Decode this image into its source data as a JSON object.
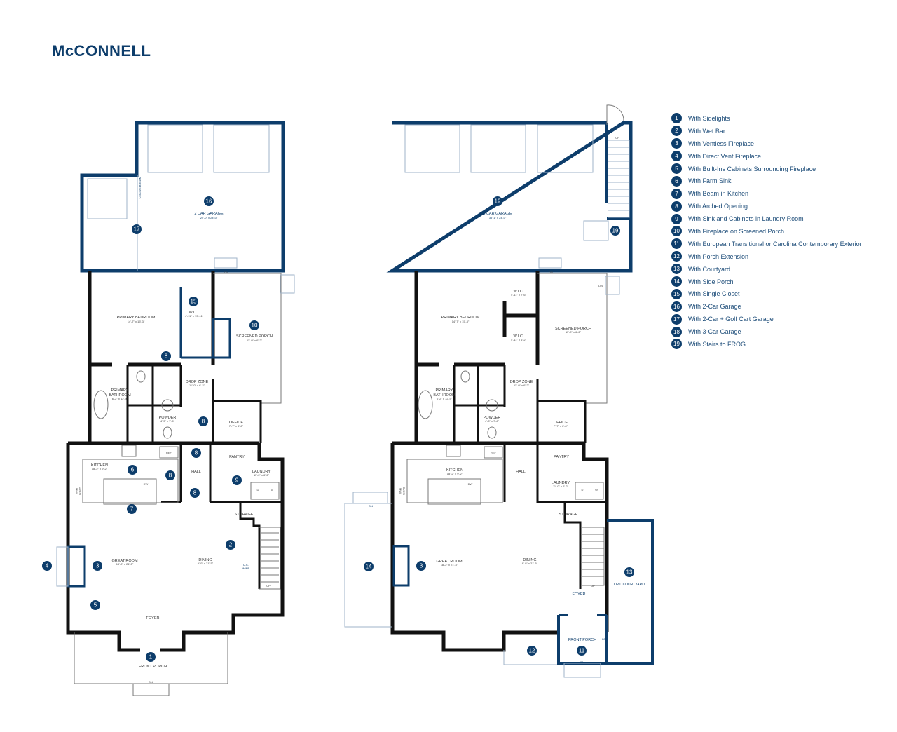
{
  "title": "McCONNELL",
  "colors": {
    "accent": "#0d3d6b",
    "wall": "#111111",
    "legend_text": "#1f4e7a"
  },
  "legend": [
    {
      "num": "1",
      "label": "With Sidelights"
    },
    {
      "num": "2",
      "label": "With Wet Bar"
    },
    {
      "num": "3",
      "label": "With Ventless Fireplace"
    },
    {
      "num": "4",
      "label": "With Direct Vent Fireplace"
    },
    {
      "num": "5",
      "label": "With Built-Ins Cabinets Surrounding Fireplace"
    },
    {
      "num": "6",
      "label": "With Farm Sink"
    },
    {
      "num": "7",
      "label": "With Beam in Kitchen"
    },
    {
      "num": "8",
      "label": "With Arched Opening"
    },
    {
      "num": "9",
      "label": "With Sink and Cabinets in Laundry Room"
    },
    {
      "num": "10",
      "label": "With Fireplace on Screened Porch"
    },
    {
      "num": "11",
      "label": "With European Transitional or Carolina Contemporary Exterior"
    },
    {
      "num": "12",
      "label": "With Porch Extension"
    },
    {
      "num": "13",
      "label": "With Courtyard"
    },
    {
      "num": "14",
      "label": "With Side Porch"
    },
    {
      "num": "15",
      "label": "With Single Closet"
    },
    {
      "num": "16",
      "label": "With 2-Car Garage"
    },
    {
      "num": "17",
      "label": "With 2-Car + Golf Cart Garage"
    },
    {
      "num": "18",
      "label": "With 3-Car Garage"
    },
    {
      "num": "19",
      "label": "With Stairs to FROG"
    }
  ],
  "left_plan": {
    "rooms": [
      {
        "name": "2 CAR GARAGE",
        "dim": "24'-0\" x 24'-0\""
      },
      {
        "name": "CEILING BREAK"
      },
      {
        "name": "PRIMARY BEDROOM",
        "dim": "14'-7\" x 15'-3\""
      },
      {
        "name": "W.I.C.",
        "dim": "4'-11\" x 13'-11\""
      },
      {
        "name": "SCREENED PORCH",
        "dim": "11'-0\" x 6'-2\""
      },
      {
        "name": "PRIMARY",
        "name2": "BATHROOM",
        "dim": "6'-2\" x 12'-9\""
      },
      {
        "name": "DROP ZONE",
        "dim": "11'-0\" x 6'-2\""
      },
      {
        "name": "POWDER",
        "dim": "4'-3\" x 7'-6\""
      },
      {
        "name": "OFFICE",
        "dim": "7'-7\" x 6'-6\""
      },
      {
        "name": "KITCHEN",
        "dim": "18'-2\" x 9'-2\""
      },
      {
        "name": "PANTRY"
      },
      {
        "name": "HALL"
      },
      {
        "name": "LAUNDRY",
        "dim": "11'-0\" x 6'-2\""
      },
      {
        "name": "STORAGE"
      },
      {
        "name": "GREAT ROOM",
        "dim": "18'-2\" x 21'-5\""
      },
      {
        "name": "DINING",
        "dim": "9'-0\" x 21'-5\""
      },
      {
        "name": "FOYER"
      },
      {
        "name": "FRONT PORCH"
      }
    ],
    "fixtures": {
      "ref": "REF",
      "dw": "DW",
      "dryer": "D",
      "washer": "W",
      "wine1": "U.C.",
      "wine2": "WINE",
      "oven1": "MW/",
      "oven2": "OVEN",
      "dn": "DN",
      "up": "UP"
    },
    "markers": [
      "16",
      "17",
      "15",
      "10",
      "8",
      "8",
      "8",
      "6",
      "8",
      "8",
      "9",
      "7",
      "2",
      "4",
      "3",
      "5",
      "1"
    ]
  },
  "right_plan": {
    "rooms": [
      {
        "name": "3 CAR GARAGE",
        "dim": "35'-1\" x 24'-0\""
      },
      {
        "name": "PRIMARY BEDROOM",
        "dim": "14'-7\" x 15'-3\""
      },
      {
        "name": "W.I.C.",
        "dim": "4'-11\" x 7'-6\""
      },
      {
        "name": "W.I.C.",
        "dim": "4'-11\" x 6'-2\""
      },
      {
        "name": "SCREENED PORCH",
        "dim": "11'-0\" x 6'-2\""
      },
      {
        "name": "PRIMARY",
        "name2": "BATHROOM",
        "dim": "6'-2\" x 12'-9\""
      },
      {
        "name": "DROP ZONE",
        "dim": "11'-0\" x 6'-2\""
      },
      {
        "name": "POWDER",
        "dim": "4'-3\" x 7'-6\""
      },
      {
        "name": "OFFICE",
        "dim": "7'-7\" x 6'-6\""
      },
      {
        "name": "KITCHEN",
        "dim": "18'-2\" x 9'-2\""
      },
      {
        "name": "PANTRY"
      },
      {
        "name": "HALL"
      },
      {
        "name": "LAUNDRY",
        "dim": "11'-0\" x 6'-2\""
      },
      {
        "name": "STORAGE"
      },
      {
        "name": "GREAT ROOM",
        "dim": "18'-2\" x 21'-5\""
      },
      {
        "name": "DINING",
        "dim": "9'-0\" x 21'-5\""
      },
      {
        "name": "OPT. COURTYARD"
      },
      {
        "name": "FOYER"
      },
      {
        "name": "FRONT PORCH"
      }
    ],
    "fixtures": {
      "ref": "REF",
      "dw": "DW",
      "dryer": "D",
      "washer": "W",
      "oven1": "MW/",
      "oven2": "OVEN",
      "dn": "DN",
      "up": "UP"
    },
    "markers": [
      "19",
      "19",
      "14",
      "3",
      "13",
      "12",
      "11"
    ]
  }
}
